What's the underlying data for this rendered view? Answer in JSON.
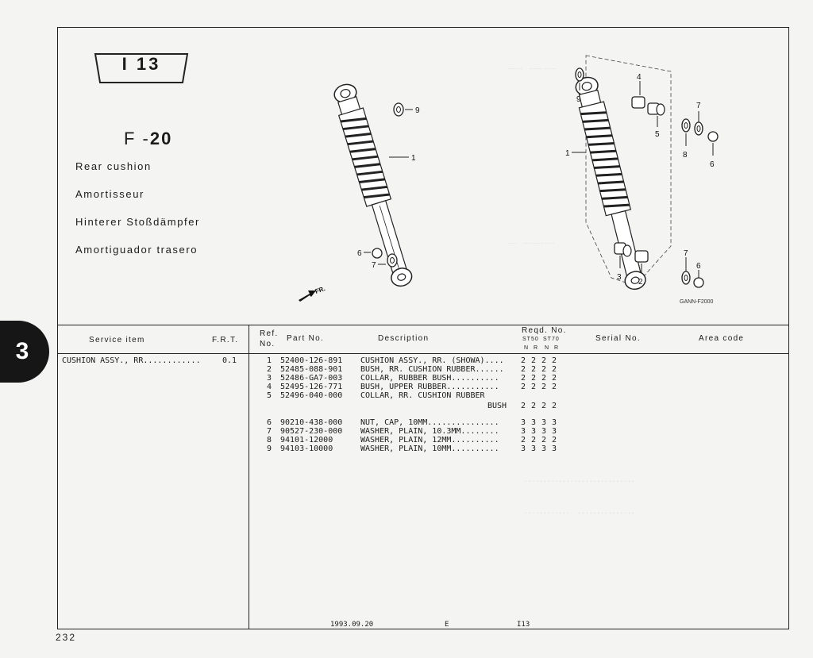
{
  "tab": {
    "number": "3"
  },
  "section_label": "I 13",
  "figure": {
    "code_prefix": "F -",
    "code_number": "20"
  },
  "titles": [
    "Rear cushion",
    "Amortisseur",
    "Hinterer Stoßdämpfer",
    "Amortiguador trasero"
  ],
  "diagram": {
    "callouts": [
      "1",
      "9",
      "6",
      "7",
      "1",
      "9",
      "4",
      "7",
      "5",
      "8",
      "6",
      "3",
      "2",
      "7",
      "6"
    ],
    "direction_label": "FR.",
    "drawing_code": "GANN-F2000"
  },
  "table_header": {
    "service_item": "Service  item",
    "frt": "F.R.T.",
    "ref_no_1": "Ref.",
    "ref_no_2": "No.",
    "part_no": "Part No.",
    "description": "Description",
    "reqd_no": "Reqd. No.",
    "model_1": "ST50",
    "model_2": "ST70",
    "sub_cols": [
      "N",
      "R",
      "N",
      "R"
    ],
    "serial_no": "Serial No.",
    "area_code": "Area  code"
  },
  "service_items": [
    {
      "label": "CUSHION ASSY., RR............",
      "frt": "0.1"
    }
  ],
  "parts": [
    {
      "ref": "1",
      "part_no": "52400-126-891",
      "desc": "CUSHION ASSY., RR. (SHOWA)....",
      "qty": [
        "2",
        "2",
        "2",
        "2"
      ]
    },
    {
      "ref": "2",
      "part_no": "52485-088-901",
      "desc": "BUSH, RR. CUSHION RUBBER......",
      "qty": [
        "2",
        "2",
        "2",
        "2"
      ]
    },
    {
      "ref": "3",
      "part_no": "52486-GA7-003",
      "desc": "COLLAR, RUBBER BUSH..........",
      "qty": [
        "2",
        "2",
        "2",
        "2"
      ]
    },
    {
      "ref": "4",
      "part_no": "52495-126-771",
      "desc": "BUSH, UPPER RUBBER...........",
      "qty": [
        "2",
        "2",
        "2",
        "2"
      ]
    },
    {
      "ref": "5",
      "part_no": "52496-040-000",
      "desc": "COLLAR, RR. CUSHION RUBBER",
      "qty": []
    },
    {
      "ref": "",
      "part_no": "",
      "desc": "BUSH",
      "qty": [
        "2",
        "2",
        "2",
        "2"
      ]
    },
    {
      "ref": "6",
      "part_no": "90210-438-000",
      "desc": "NUT, CAP, 10MM...............",
      "qty": [
        "3",
        "3",
        "3",
        "3"
      ]
    },
    {
      "ref": "7",
      "part_no": "90527-230-000",
      "desc": "WASHER, PLAIN, 10.3MM........",
      "qty": [
        "3",
        "3",
        "3",
        "3"
      ]
    },
    {
      "ref": "8",
      "part_no": "94101-12000",
      "desc": "WASHER, PLAIN, 12MM..........",
      "qty": [
        "2",
        "2",
        "2",
        "2"
      ]
    },
    {
      "ref": "9",
      "part_no": "94103-10000",
      "desc": "WASHER, PLAIN, 10MM..........",
      "qty": [
        "3",
        "3",
        "3",
        "3"
      ]
    }
  ],
  "footer": {
    "date": "1993.09.20",
    "edition": "E",
    "section": "I13"
  },
  "page_number": "232"
}
